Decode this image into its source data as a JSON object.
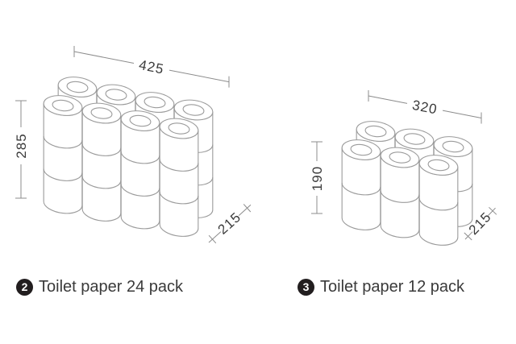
{
  "figures": [
    {
      "badge": "2",
      "label": "Toilet paper 24 pack",
      "width_mm": "425",
      "height_mm": "285",
      "depth_mm": "215",
      "pack": {
        "cols": 4,
        "rows_deep": 2,
        "layers": 3,
        "roll_count": 24
      }
    },
    {
      "badge": "3",
      "label": "Toilet paper 12 pack",
      "width_mm": "320",
      "height_mm": "190",
      "depth_mm": "215",
      "pack": {
        "cols": 3,
        "rows_deep": 2,
        "layers": 2,
        "roll_count": 12
      }
    }
  ],
  "colors": {
    "background": "#ffffff",
    "roll_outline": "#9b9b9b",
    "dimension_line": "#8c8c8c",
    "dimension_text": "#3a3a3a",
    "label_text": "#3a3a3a",
    "badge_background": "#221e1f",
    "badge_text": "#ffffff"
  }
}
